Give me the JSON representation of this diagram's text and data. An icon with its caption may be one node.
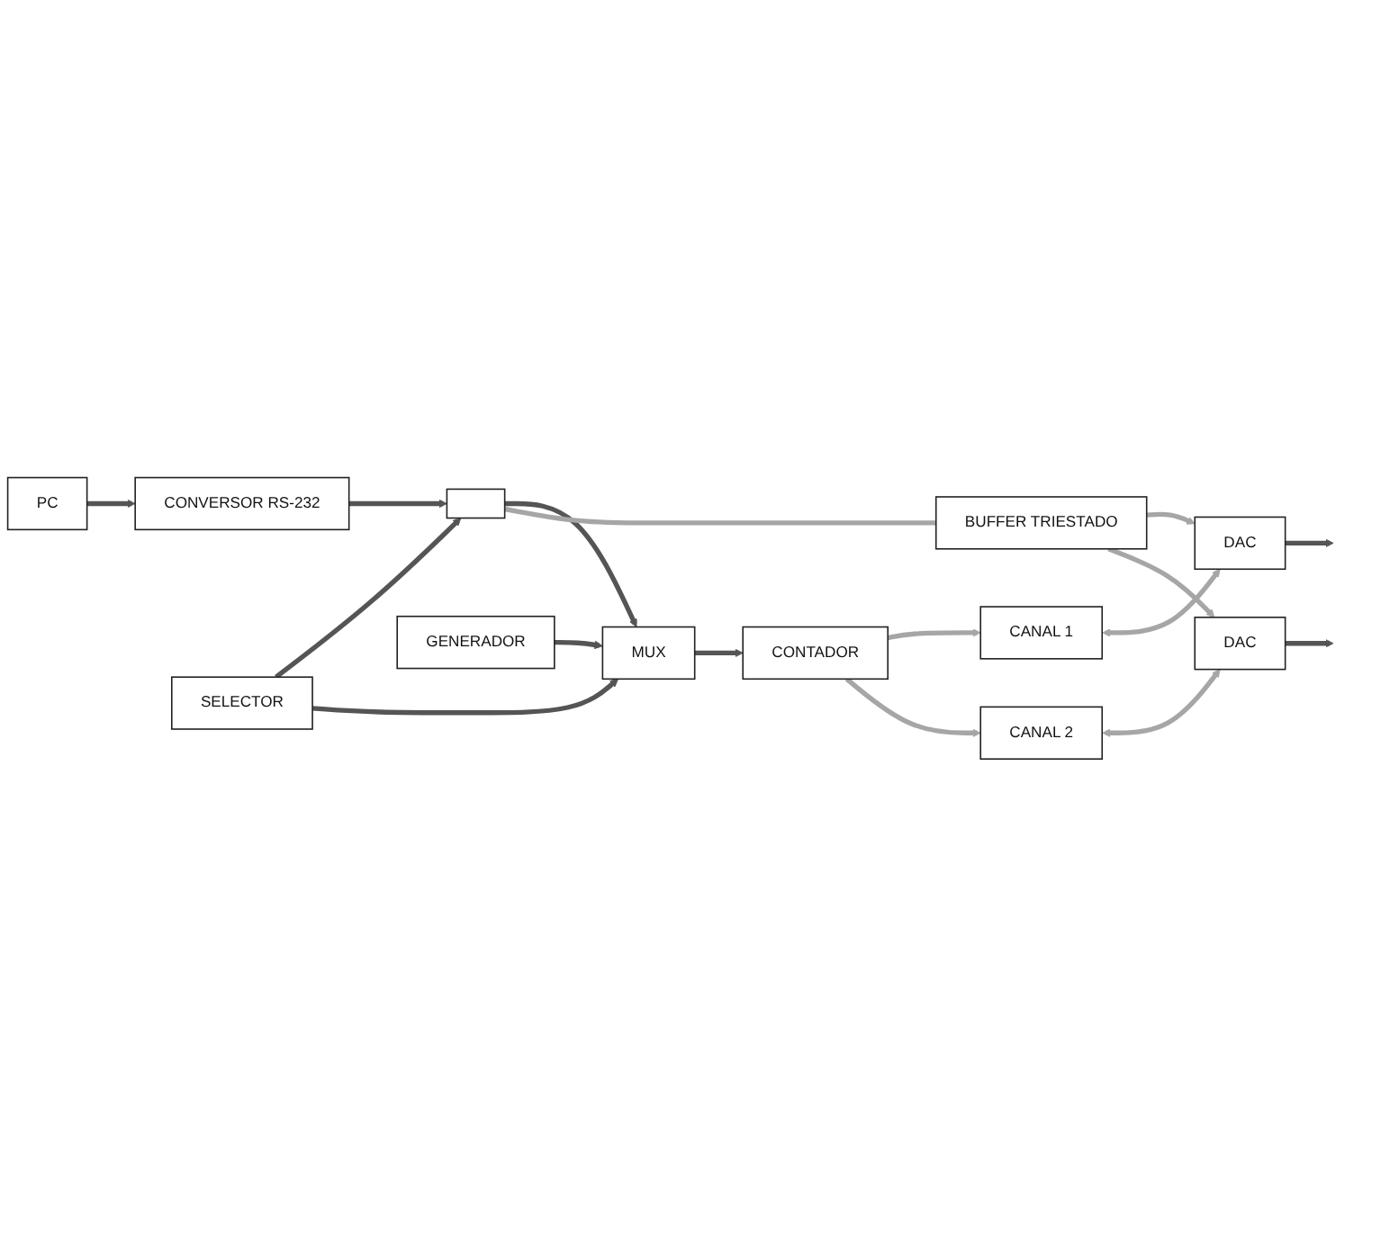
{
  "diagram": {
    "nodes": [
      {
        "text": [
          "PC"
        ]
      },
      {
        "text": [
          "CONVERSOR RS-232"
        ]
      },
      {
        "text": [],
        "shape": "box"
      },
      {
        "text": [
          "SELECTOR"
        ]
      },
      {
        "text": [
          "MUX"
        ]
      },
      {
        "text": [
          "GENERADOR"
        ]
      },
      {
        "text": [
          "CONTADOR"
        ]
      },
      {
        "text": [
          "CANAL 1"
        ]
      },
      {
        "text": [
          "CANAL 2"
        ]
      },
      {
        "text": [
          "BUFFER TRIESTADO"
        ]
      },
      {
        "text": [
          "DAC"
        ]
      },
      {
        "text": [
          "DAC"
        ]
      }
    ],
    "edges": [
      {
        "from": 0,
        "to": 1,
        "arrow": "to"
      },
      {
        "from": 1,
        "to": 2,
        "arrow": "to"
      },
      {
        "from": 2,
        "to": 4,
        "arrow": "to"
      },
      {
        "from": 3,
        "to": 2,
        "arrow": "to"
      },
      {
        "from": 3,
        "to": 4,
        "arrow": "to"
      },
      {
        "from": 5,
        "to": 4,
        "arrow": "to"
      },
      {
        "from": 4,
        "to": 6,
        "arrow": "to"
      },
      {
        "from": 6,
        "to": 7,
        "arrow": "to",
        "color": "#a6a6a6"
      },
      {
        "from": 6,
        "to": 8,
        "arrow": "to",
        "color": "#a6a6a6"
      },
      {
        "from": 2,
        "to": 9,
        "arrow": "none",
        "color": "#a6a6a6"
      },
      {
        "from": 9,
        "to": 10,
        "arrow": "to",
        "color": "#a6a6a6"
      },
      {
        "from": 9,
        "to": 11,
        "arrow": "to",
        "color": "#a6a6a6"
      },
      {
        "from": 7,
        "to": 10,
        "arrow": "both",
        "color": "#a6a6a6"
      },
      {
        "from": 8,
        "to": 11,
        "arrow": "both",
        "color": "#a6a6a6"
      },
      {
        "from": 10,
        "to": null,
        "arrow": "to"
      },
      {
        "from": 11,
        "to": null,
        "arrow": "to"
      }
    ]
  }
}
